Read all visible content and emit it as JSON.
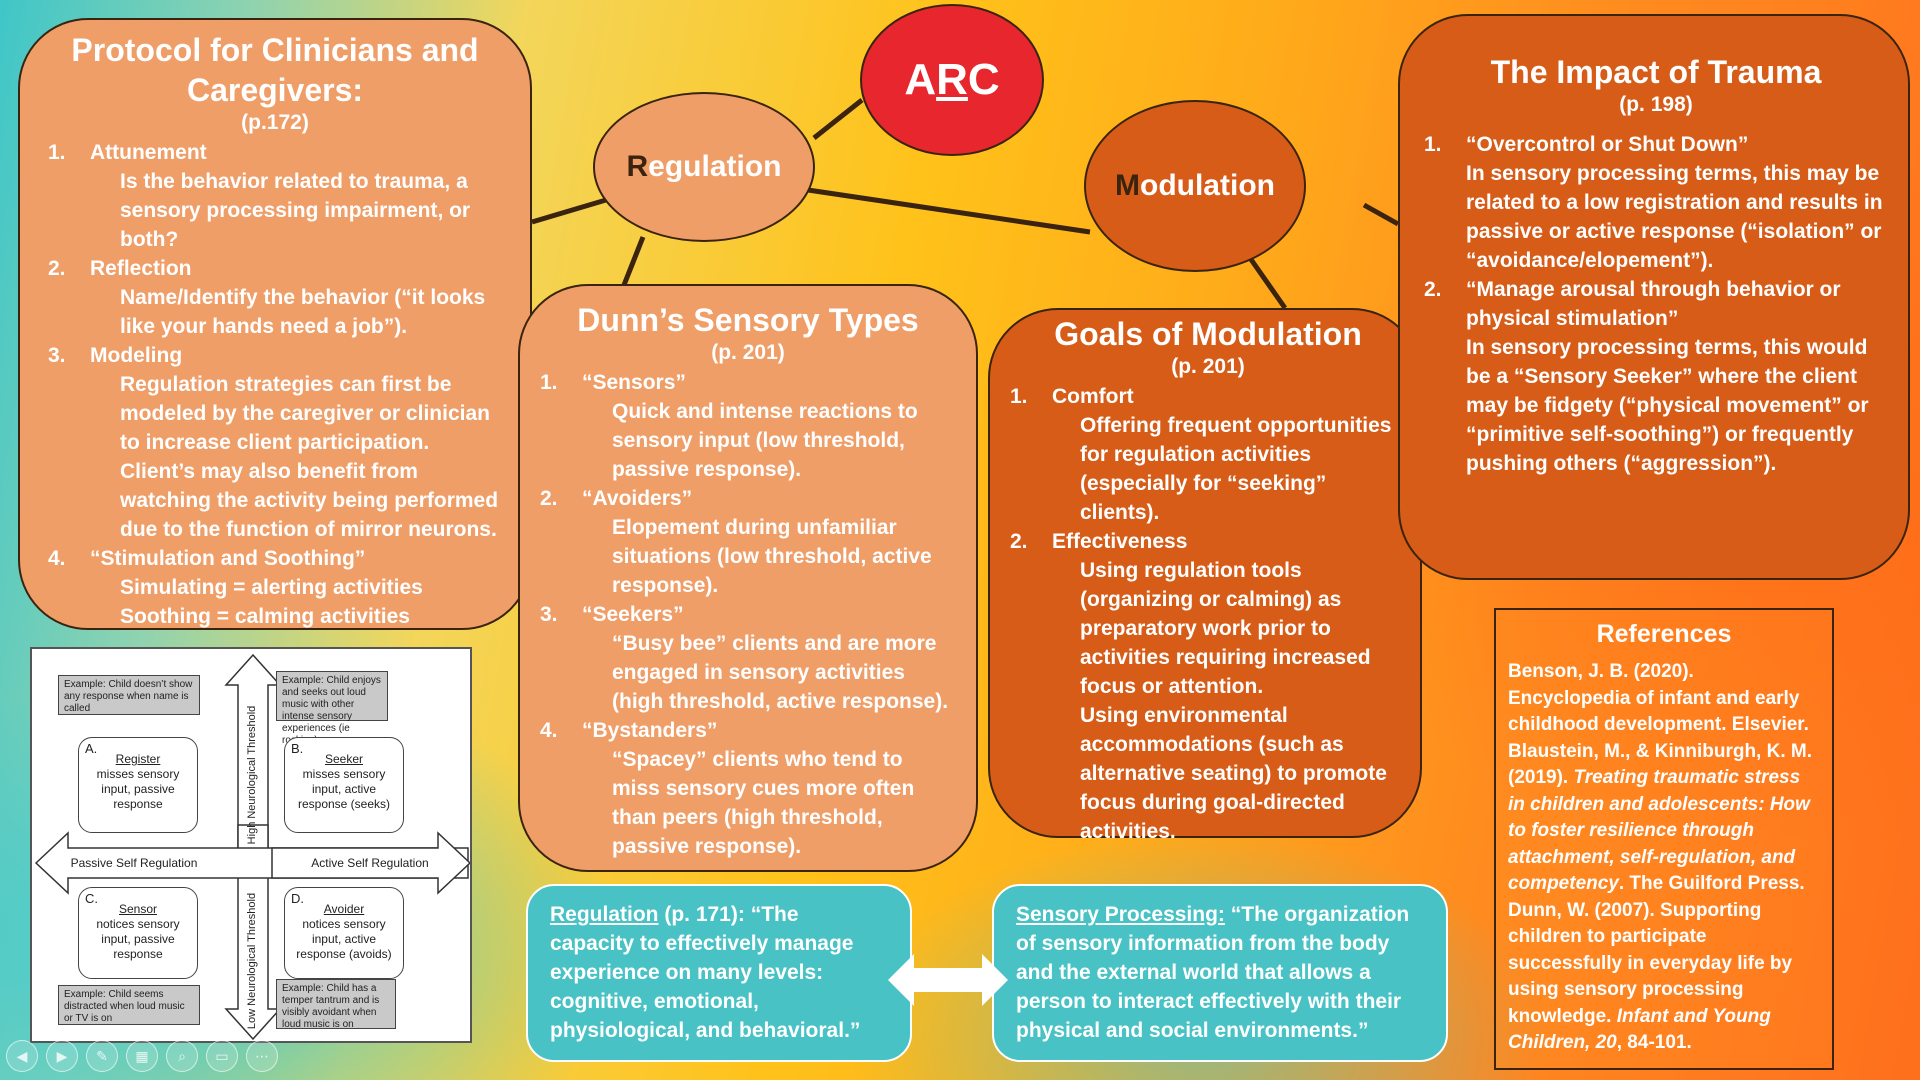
{
  "arc": {
    "prefix": "A",
    "underlined": "R",
    "suffix": "C"
  },
  "regulation_circle": {
    "first": "R",
    "rest": "egulation"
  },
  "modulation_circle": {
    "first": "M",
    "rest": "odulation"
  },
  "protocol": {
    "title": "Protocol for Clinicians and Caregivers:",
    "page": "(p.172)",
    "items": [
      {
        "num": "1.",
        "head": "Attunement",
        "lines": [
          "Is the behavior related to trauma, a sensory processing impairment, or both?"
        ]
      },
      {
        "num": "2.",
        "head": "Reflection",
        "lines": [
          "Name/Identify the behavior (“it looks like your hands need a job”)."
        ]
      },
      {
        "num": "3.",
        "head": "Modeling",
        "lines": [
          "Regulation strategies can first be modeled by the caregiver or clinician to increase client participation.",
          "Client’s may also benefit from watching the activity being performed due to the function of mirror neurons."
        ]
      },
      {
        "num": "4.",
        "head": "“Stimulation and Soothing”",
        "lines": [
          "Simulating = alerting activities",
          "Soothing = calming activities"
        ]
      }
    ]
  },
  "dunn": {
    "title": "Dunn’s Sensory Types",
    "page": "(p. 201)",
    "items": [
      {
        "num": "1.",
        "head": "“Sensors”",
        "lines": [
          "Quick and intense reactions to sensory input (low threshold, passive response)."
        ]
      },
      {
        "num": "2.",
        "head": "“Avoiders”",
        "lines": [
          "Elopement during unfamiliar situations (low threshold, active response)."
        ]
      },
      {
        "num": "3.",
        "head": "“Seekers”",
        "lines": [
          "“Busy bee” clients and are more engaged in sensory activities (high threshold, active response)."
        ]
      },
      {
        "num": "4.",
        "head": "“Bystanders”",
        "lines": [
          "“Spacey” clients who tend to miss sensory cues more often than peers (high threshold, passive response)."
        ]
      }
    ]
  },
  "goals": {
    "title": "Goals of Modulation",
    "page": "(p. 201)",
    "items": [
      {
        "num": "1.",
        "head": "Comfort",
        "lines": [
          "Offering frequent opportunities for regulation activities (especially for “seeking” clients)."
        ]
      },
      {
        "num": "2.",
        "head": "Effectiveness",
        "lines": [
          "Using regulation tools (organizing or calming) as preparatory work prior to activities requiring increased focus or attention.",
          "Using environmental accommodations (such as alternative seating) to promote focus during goal-directed activities."
        ]
      }
    ]
  },
  "trauma": {
    "title": "The Impact of Trauma",
    "page": "(p. 198)",
    "items": [
      {
        "num": "1.",
        "head": "“Overcontrol or Shut Down”",
        "lines": [
          "In sensory processing terms, this may be related to a low registration and results in passive or active response (“isolation” or “avoidance/elopement”)."
        ]
      },
      {
        "num": "2.",
        "head": "“Manage arousal through behavior or physical stimulation”",
        "lines": [
          "In sensory processing terms, this would be a “Sensory Seeker” where the client may be fidgety (“physical movement” or “primitive self-soothing”) or frequently pushing others (“aggression”)."
        ]
      }
    ]
  },
  "definitions": {
    "regulation": {
      "term": "Regulation",
      "page": " (p. 171): ",
      "text": "“The capacity to effectively manage experience on many levels: cognitive, emotional, physiological, and behavioral.”"
    },
    "sensory": {
      "term": "Sensory Processing:",
      "text": " “The organization of sensory information from the body and the external world that allows a person to interact effectively with their physical and social environments.”"
    }
  },
  "references": {
    "title": "References",
    "entries": [
      {
        "plain": "Benson, J. B. (2020). Encyclopedia of infant and early childhood development. Elsevier.",
        "italic": "",
        "tail": ""
      },
      {
        "plain": "Blaustein, M., & Kinniburgh, K. M. (2019). ",
        "italic": "Treating traumatic stress in children and adolescents: How to foster resilience through attachment, self-regulation, and competency",
        "tail": ". The Guilford Press."
      },
      {
        "plain": "Dunn, W. (2007). Supporting children to participate successfully in everyday life by using sensory processing knowledge. ",
        "italic": "Infant and Young Children, 20",
        "tail": ", 84-101."
      }
    ]
  },
  "quadrant": {
    "high_threshold": "High Neurological Threshold",
    "low_threshold": "Low Neurological Threshold",
    "passive": "Passive Self Regulation",
    "active": "Active Self Regulation",
    "ex_a": "Example: Child doesn’t show any response when name is called",
    "ex_b": "Example: Child enjoys and seeks out loud music with other intense sensory experiences (ie rocking)",
    "ex_c": "Example: Child seems distracted when loud music or TV is on",
    "ex_d": "Example: Child has a temper tantrum and is visibly avoidant when loud music is on",
    "a": {
      "letter": "A.",
      "name": "Register",
      "desc": "misses sensory input, passive response"
    },
    "b": {
      "letter": "B.",
      "name": "Seeker",
      "desc": "misses sensory input, active response (seeks)"
    },
    "c": {
      "letter": "C.",
      "name": "Sensor",
      "desc": "notices sensory input, passive response"
    },
    "d": {
      "letter": "D.",
      "name": "Avoider",
      "desc": "notices sensory input, active response (avoids)"
    }
  },
  "colors": {
    "light_box": "#ef9e68",
    "dark_box": "#d65c18",
    "arc_red": "#e8262d",
    "teal": "#48c2c4"
  }
}
